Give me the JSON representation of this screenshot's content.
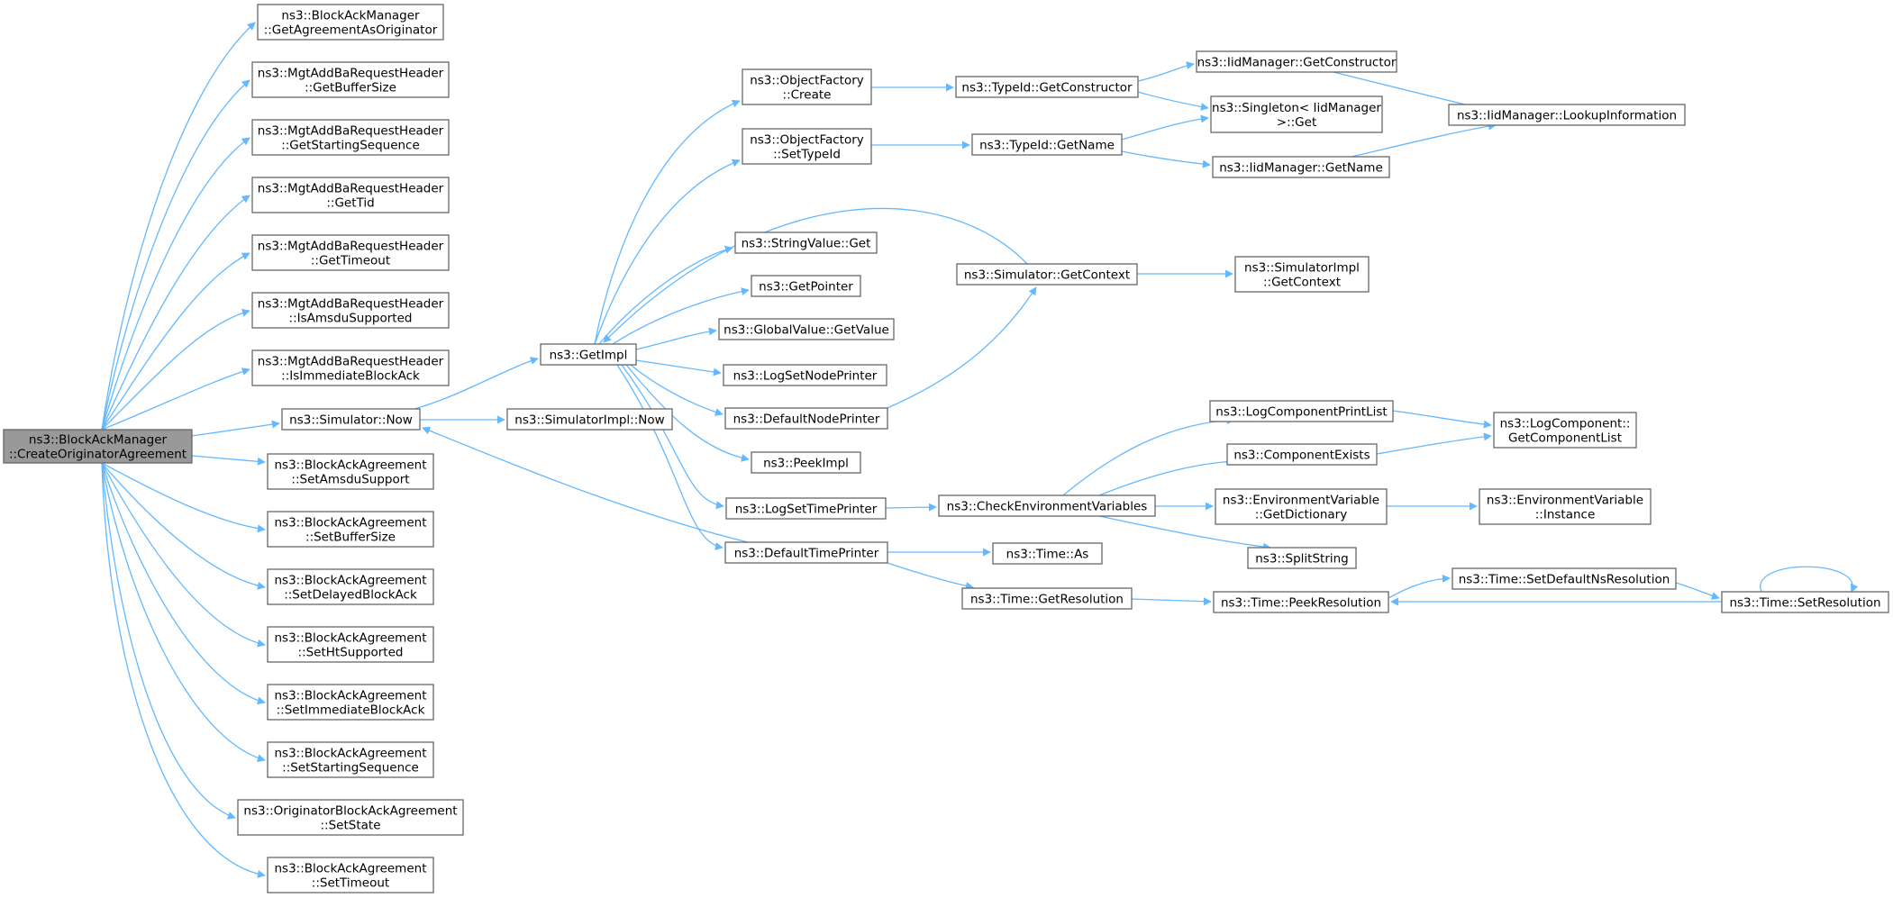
{
  "diagram": {
    "type": "call-graph",
    "edge_color": "#63b8ff",
    "root_fill": "#999999",
    "nodes": [
      {
        "id": "root",
        "lines": [
          "ns3::BlockAckManager",
          "::CreateOriginatorAgreement"
        ],
        "root": true
      },
      {
        "id": "getAgreementAsOriginator",
        "lines": [
          "ns3::BlockAckManager",
          "::GetAgreementAsOriginator"
        ]
      },
      {
        "id": "getBufferSize",
        "lines": [
          "ns3::MgtAddBaRequestHeader",
          "::GetBufferSize"
        ]
      },
      {
        "id": "getStartingSequence",
        "lines": [
          "ns3::MgtAddBaRequestHeader",
          "::GetStartingSequence"
        ]
      },
      {
        "id": "getTid",
        "lines": [
          "ns3::MgtAddBaRequestHeader",
          "::GetTid"
        ]
      },
      {
        "id": "getTimeout",
        "lines": [
          "ns3::MgtAddBaRequestHeader",
          "::GetTimeout"
        ]
      },
      {
        "id": "isAmsduSupported",
        "lines": [
          "ns3::MgtAddBaRequestHeader",
          "::IsAmsduSupported"
        ]
      },
      {
        "id": "isImmediateBlockAck",
        "lines": [
          "ns3::MgtAddBaRequestHeader",
          "::IsImmediateBlockAck"
        ]
      },
      {
        "id": "simulatorNow",
        "lines": [
          "ns3::Simulator::Now"
        ]
      },
      {
        "id": "setAmsduSupport",
        "lines": [
          "ns3::BlockAckAgreement",
          "::SetAmsduSupport"
        ]
      },
      {
        "id": "setBufferSize",
        "lines": [
          "ns3::BlockAckAgreement",
          "::SetBufferSize"
        ]
      },
      {
        "id": "setDelayedBlockAck",
        "lines": [
          "ns3::BlockAckAgreement",
          "::SetDelayedBlockAck"
        ]
      },
      {
        "id": "setHtSupported",
        "lines": [
          "ns3::BlockAckAgreement",
          "::SetHtSupported"
        ]
      },
      {
        "id": "setImmediateBlockAck",
        "lines": [
          "ns3::BlockAckAgreement",
          "::SetImmediateBlockAck"
        ]
      },
      {
        "id": "setStartingSequence",
        "lines": [
          "ns3::BlockAckAgreement",
          "::SetStartingSequence"
        ]
      },
      {
        "id": "setState",
        "lines": [
          "ns3::OriginatorBlockAckAgreement",
          "::SetState"
        ]
      },
      {
        "id": "setTimeout",
        "lines": [
          "ns3::BlockAckAgreement",
          "::SetTimeout"
        ]
      },
      {
        "id": "getImpl",
        "lines": [
          "ns3::GetImpl"
        ]
      },
      {
        "id": "simImplNow",
        "lines": [
          "ns3::SimulatorImpl::Now"
        ]
      },
      {
        "id": "ofCreate",
        "lines": [
          "ns3::ObjectFactory",
          "::Create"
        ]
      },
      {
        "id": "ofSetTypeId",
        "lines": [
          "ns3::ObjectFactory",
          "::SetTypeId"
        ]
      },
      {
        "id": "stringValueGet",
        "lines": [
          "ns3::StringValue::Get"
        ]
      },
      {
        "id": "getPointer",
        "lines": [
          "ns3::GetPointer"
        ]
      },
      {
        "id": "globalValueGetValue",
        "lines": [
          "ns3::GlobalValue::GetValue"
        ]
      },
      {
        "id": "logSetNodePrinter",
        "lines": [
          "ns3::LogSetNodePrinter"
        ]
      },
      {
        "id": "defaultNodePrinter",
        "lines": [
          "ns3::DefaultNodePrinter"
        ]
      },
      {
        "id": "peekImpl",
        "lines": [
          "ns3::PeekImpl"
        ]
      },
      {
        "id": "logSetTimePrinter",
        "lines": [
          "ns3::LogSetTimePrinter"
        ]
      },
      {
        "id": "defaultTimePrinter",
        "lines": [
          "ns3::DefaultTimePrinter"
        ]
      },
      {
        "id": "typeIdGetConstructor",
        "lines": [
          "ns3::TypeId::GetConstructor"
        ]
      },
      {
        "id": "typeIdGetName",
        "lines": [
          "ns3::TypeId::GetName"
        ]
      },
      {
        "id": "simulatorGetContext",
        "lines": [
          "ns3::Simulator::GetContext"
        ]
      },
      {
        "id": "checkEnvVars",
        "lines": [
          "ns3::CheckEnvironmentVariables"
        ]
      },
      {
        "id": "timeAs",
        "lines": [
          "ns3::Time::As"
        ]
      },
      {
        "id": "timeGetResolution",
        "lines": [
          "ns3::Time::GetResolution"
        ]
      },
      {
        "id": "iidGetConstructor",
        "lines": [
          "ns3::IidManager::GetConstructor"
        ]
      },
      {
        "id": "singletonGet",
        "lines": [
          "ns3::Singleton< IidManager",
          ">::Get"
        ]
      },
      {
        "id": "iidGetName",
        "lines": [
          "ns3::IidManager::GetName"
        ]
      },
      {
        "id": "simImplGetContext",
        "lines": [
          "ns3::SimulatorImpl",
          "::GetContext"
        ]
      },
      {
        "id": "logComponentPrintList",
        "lines": [
          "ns3::LogComponentPrintList"
        ]
      },
      {
        "id": "componentExists",
        "lines": [
          "ns3::ComponentExists"
        ]
      },
      {
        "id": "envVarGetDictionary",
        "lines": [
          "ns3::EnvironmentVariable",
          "::GetDictionary"
        ]
      },
      {
        "id": "splitString",
        "lines": [
          "ns3::SplitString"
        ]
      },
      {
        "id": "timePeekResolution",
        "lines": [
          "ns3::Time::PeekResolution"
        ]
      },
      {
        "id": "iidLookupInformation",
        "lines": [
          "ns3::IidManager::LookupInformation"
        ]
      },
      {
        "id": "logComponentGetList",
        "lines": [
          "ns3::LogComponent::",
          "GetComponentList"
        ]
      },
      {
        "id": "envVarInstance",
        "lines": [
          "ns3::EnvironmentVariable",
          "::Instance"
        ]
      },
      {
        "id": "timeSetDefaultNsResolution",
        "lines": [
          "ns3::Time::SetDefaultNsResolution"
        ]
      },
      {
        "id": "timeSetResolution",
        "lines": [
          "ns3::Time::SetResolution"
        ]
      }
    ]
  }
}
